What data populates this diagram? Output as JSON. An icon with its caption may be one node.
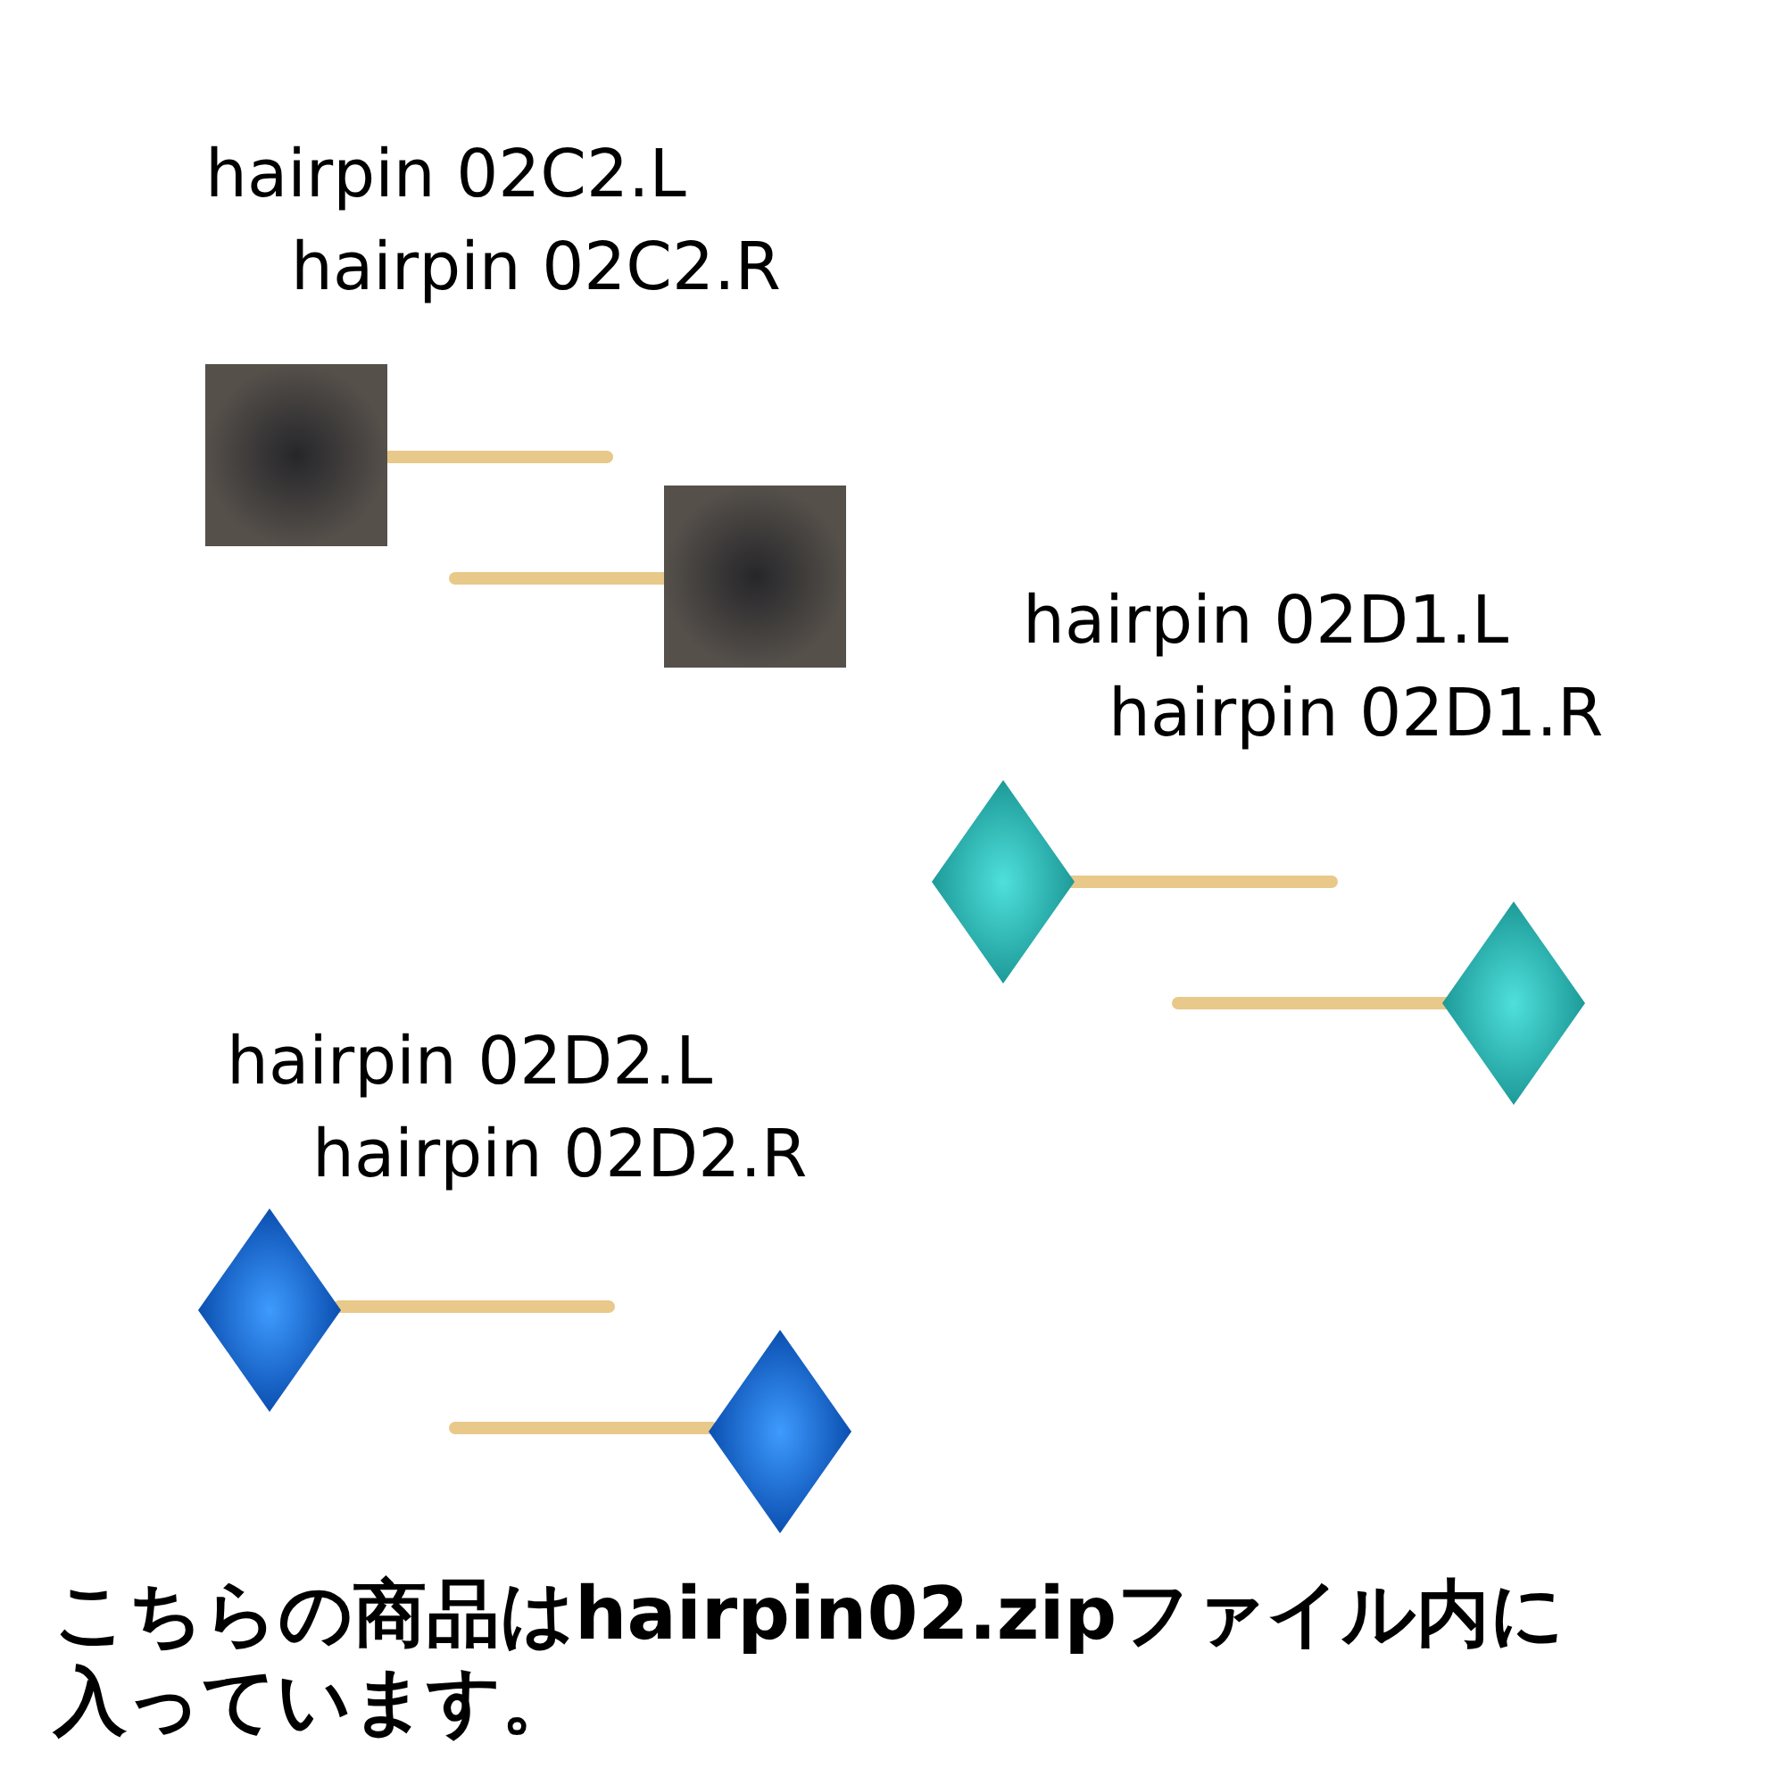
{
  "diagram": {
    "caption": "こちらの商品はhairpin02.zipファイル内に入っています。",
    "labels": [
      "hairpin 02C2.L",
      "hairpin 02C2.R",
      "hairpin 02D1.L",
      "hairpin 02D1.R",
      "hairpin 02D2.L",
      "hairpin 02D2.R"
    ]
  }
}
